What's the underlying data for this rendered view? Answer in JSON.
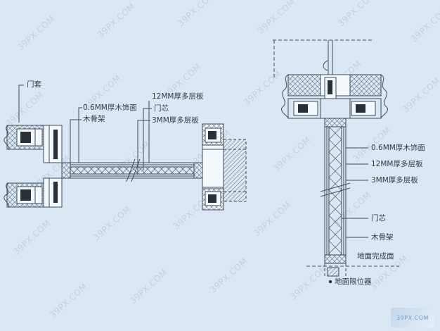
{
  "colors": {
    "background": "#dbe7f3",
    "line": "#3f4b59",
    "dark_fill": "#28303a"
  },
  "watermark": {
    "text": "39PX.COM"
  },
  "left_detail": {
    "labels": {
      "door_casing": "门套",
      "veneer": "0.6MM厚木饰面",
      "wood_frame": "木骨架",
      "plywood_12mm": "12MM厚多层板",
      "door_core": "门芯",
      "plywood_3mm": "3MM厚多层板"
    }
  },
  "right_detail": {
    "labels": {
      "veneer": "0.6MM厚木饰面",
      "plywood_12mm": "12MM厚多层板",
      "plywood_3mm": "3MM厚多层板",
      "door_core": "门芯",
      "wood_frame": "木骨架",
      "floor_finish": "地面完成面",
      "floor_stop": "地面限位器"
    }
  }
}
